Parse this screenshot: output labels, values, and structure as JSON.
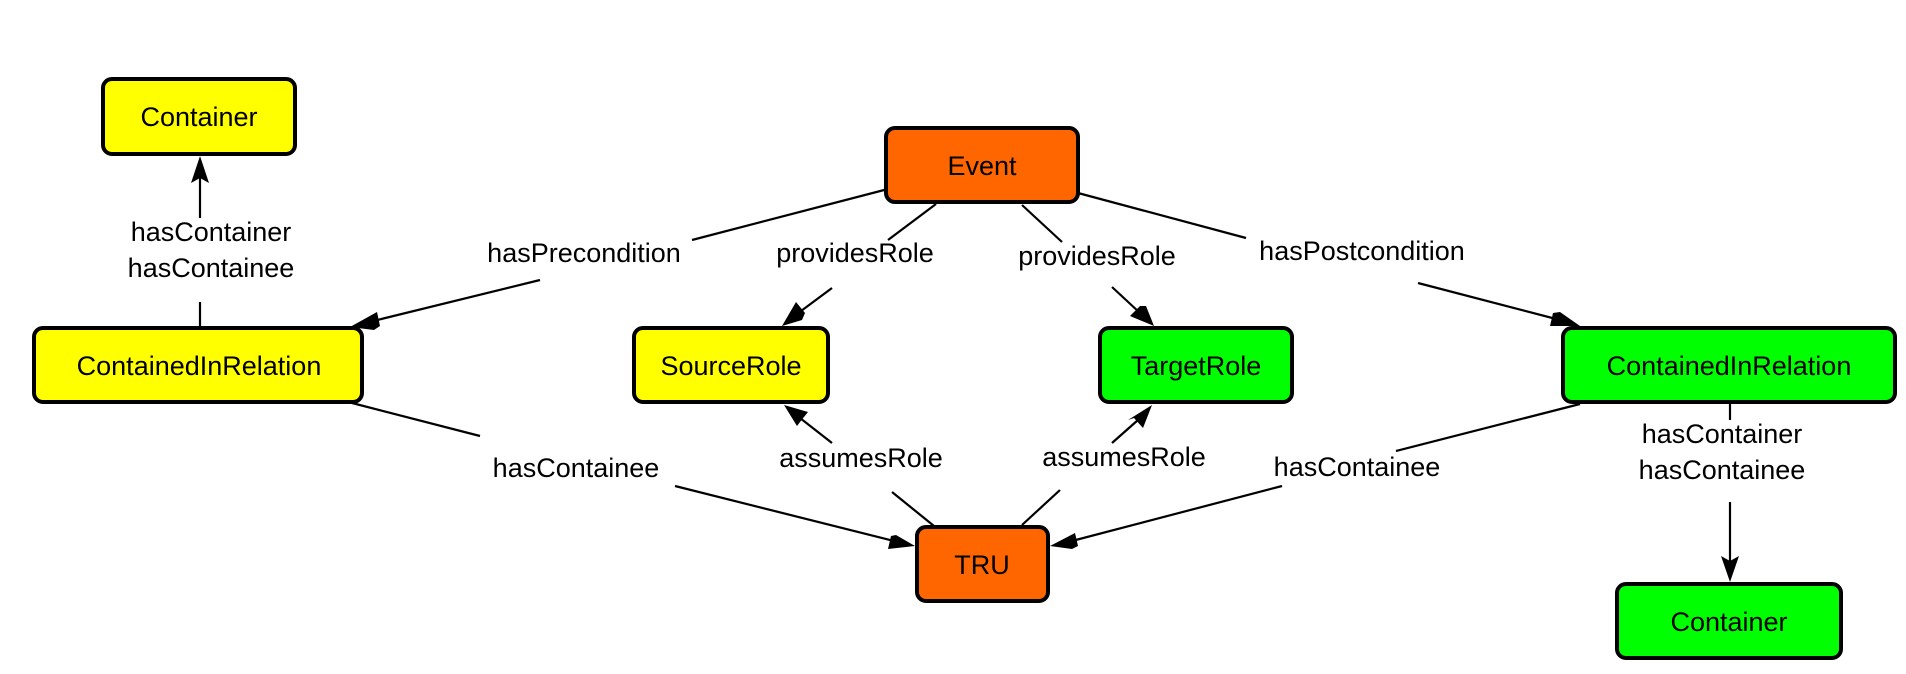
{
  "colors": {
    "yellow": "#ffff00",
    "green": "#00ff00",
    "orange": "#ff6600",
    "border": "#000000"
  },
  "nodes": {
    "event": "Event",
    "tru": "TRU",
    "source_role": "SourceRole",
    "target_role": "TargetRole",
    "contained_left": "ContainedInRelation",
    "contained_right": "ContainedInRelation",
    "container_left": "Container",
    "container_right": "Container"
  },
  "edges": {
    "has_precondition": "hasPrecondition",
    "has_postcondition": "hasPostcondition",
    "provides_role_source": "providesRole",
    "provides_role_target": "providesRole",
    "assumes_role_source": "assumesRole",
    "assumes_role_target": "assumesRole",
    "has_containee_left": "hasContainee",
    "has_containee_right": "hasContainee",
    "left_container_line1": "hasContainer",
    "left_container_line2": "hasContainee",
    "right_container_line1": "hasContainer",
    "right_container_line2": "hasContainee"
  }
}
